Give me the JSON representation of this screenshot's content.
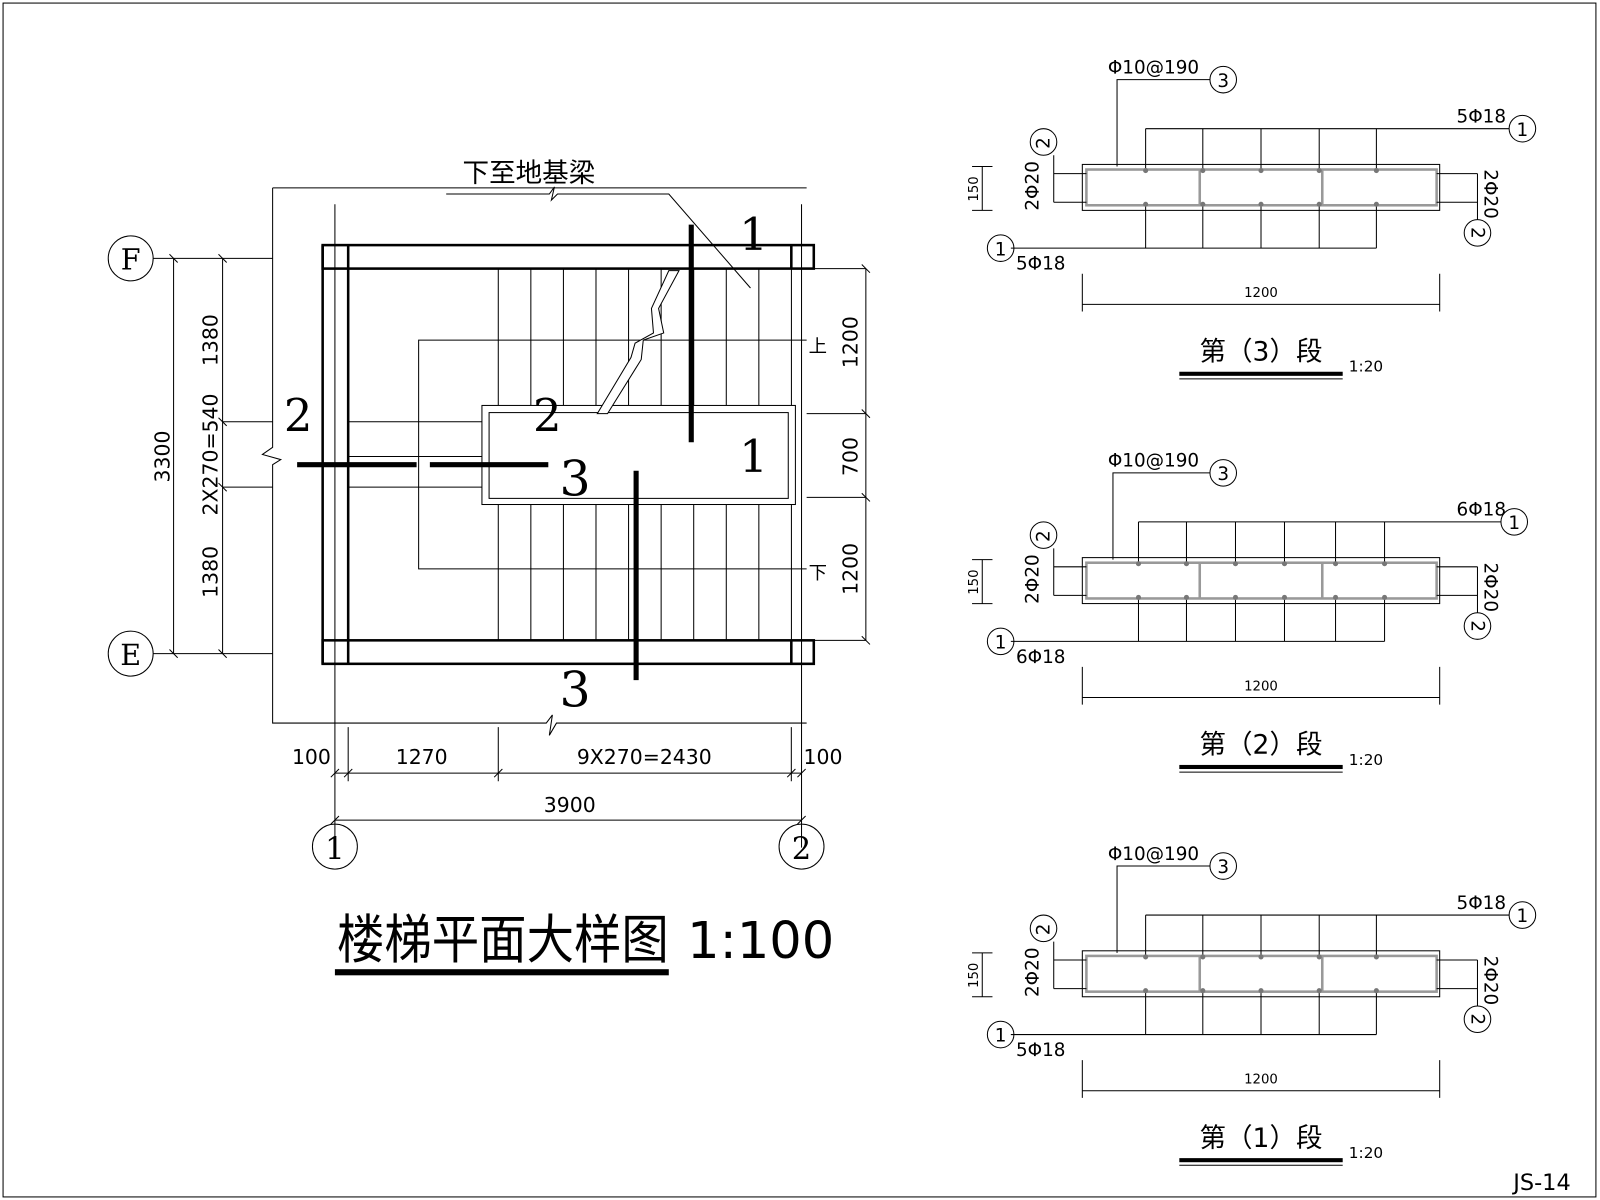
{
  "sheet": {
    "number": "JS-14"
  },
  "plan": {
    "title": "楼梯平面大样图",
    "scale": "1:100",
    "leader_note": "下至地基梁",
    "up_label": "上",
    "down_label": "下",
    "axes": {
      "F": "F",
      "E": "E",
      "a1": "1",
      "a2": "2"
    },
    "section_marks": {
      "s1": "1",
      "s2": "2",
      "s3": "3"
    },
    "dims_left": {
      "total": "3300",
      "upper": "1380",
      "middle": "2X270=540",
      "lower": "1380"
    },
    "dims_right": {
      "upper": "1200",
      "landing": "700",
      "lower": "1200"
    },
    "dims_bottom": {
      "left_wall": "100",
      "landing": "1270",
      "treads": "9X270=2430",
      "right_wall": "100",
      "total": "3900"
    }
  },
  "sections": [
    {
      "title": "第（3）段",
      "scale": "1:20",
      "stirrup": "Φ10@190",
      "stirrup_mark": "3",
      "top_bars": "5Φ18",
      "bottom_bars": "5Φ18",
      "bar_mark": "1",
      "side_bars": "2Φ20",
      "side_mark": "2",
      "thickness": "150",
      "width": "1200"
    },
    {
      "title": "第（2）段",
      "scale": "1:20",
      "stirrup": "Φ10@190",
      "stirrup_mark": "3",
      "top_bars": "6Φ18",
      "bottom_bars": "6Φ18",
      "bar_mark": "1",
      "side_bars": "2Φ20",
      "side_mark": "2",
      "thickness": "150",
      "width": "1200"
    },
    {
      "title": "第（1）段",
      "scale": "1:20",
      "stirrup": "Φ10@190",
      "stirrup_mark": "3",
      "top_bars": "5Φ18",
      "bottom_bars": "5Φ18",
      "bar_mark": "1",
      "side_bars": "2Φ20",
      "side_mark": "2",
      "thickness": "150",
      "width": "1200"
    }
  ]
}
